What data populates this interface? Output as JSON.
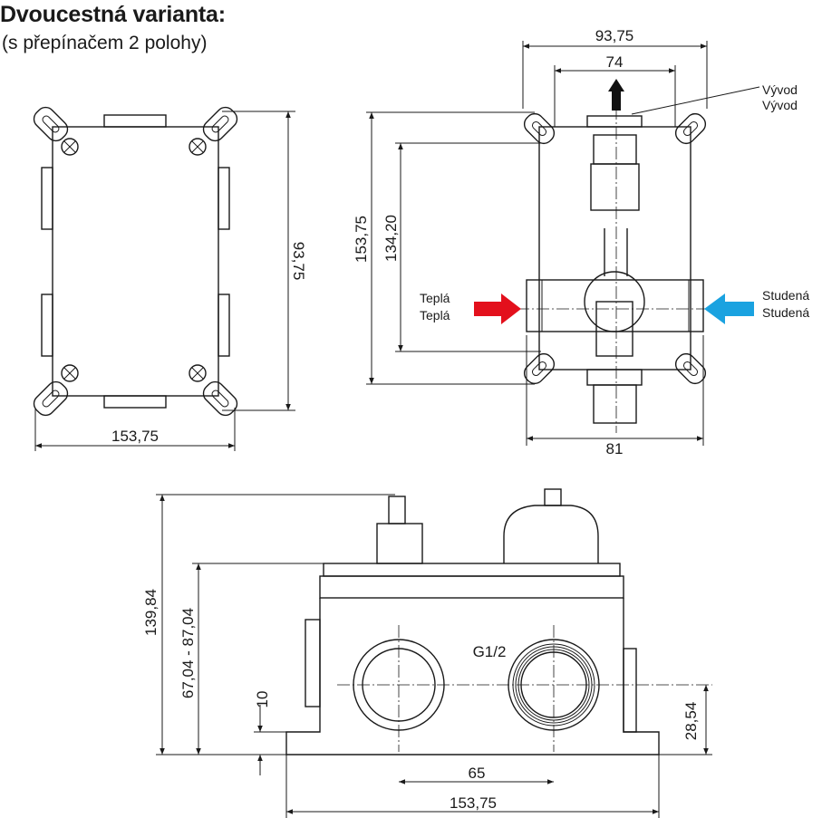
{
  "header": {
    "title": "Dvoucestná varianta:",
    "subtitle": "(s přepínačem 2 polohy)"
  },
  "front_view": {
    "width": "153,75",
    "height": "93,75"
  },
  "top_view": {
    "outer_width": "93,75",
    "inner_width": "74",
    "total_height": "153,75",
    "inlet_height": "134,20",
    "depth": "81",
    "outlet_label_1": "Vývod",
    "outlet_label_2": "Vývod",
    "hot_label_1": "Teplá",
    "hot_label_2": "Teplá",
    "cold_label_1": "Studená",
    "cold_label_2": "Studená",
    "hot_color": "#e3101c",
    "cold_color": "#1aa2e0",
    "outlet_color": "#111111"
  },
  "side_view": {
    "total_height": "139,84",
    "range_height": "67,04 - 87,04",
    "base_offset": "10",
    "connection_height": "28,54",
    "thread": "G1/2",
    "spacing": "65",
    "width": "153,75"
  }
}
